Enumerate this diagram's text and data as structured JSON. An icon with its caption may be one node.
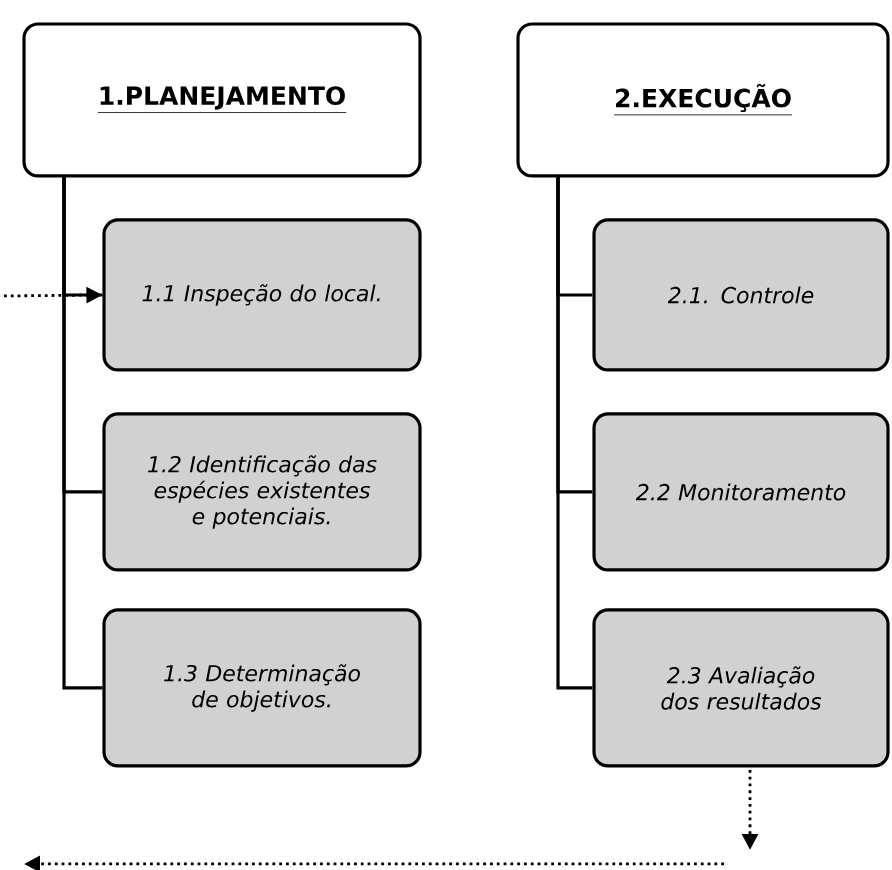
{
  "diagram": {
    "nodes": [
      {
        "text": [
          "1.PLANEJAMENTO"
        ]
      },
      {
        "text": [
          "1.1 Inspeção do local."
        ]
      },
      {
        "text": [
          "1.2 Identificação das espécies existentes e potenciais."
        ]
      },
      {
        "text": [
          "1.3 Determinação de objetivos."
        ]
      },
      {
        "text": [
          "2.EXECUÇÃO"
        ]
      },
      {
        "text": [
          "2.1. Controle"
        ]
      },
      {
        "text": [
          "2.2 Monitoramento"
        ]
      },
      {
        "text": [
          "2.3 Avaliação dos resultados"
        ]
      }
    ],
    "edges": [
      {
        "from": 0,
        "to": 1,
        "arrow": "none"
      },
      {
        "from": 0,
        "to": 2,
        "arrow": "none"
      },
      {
        "from": 0,
        "to": 3,
        "arrow": "none"
      },
      {
        "from": 4,
        "to": 5,
        "arrow": "none"
      },
      {
        "from": 4,
        "to": 6,
        "arrow": "none"
      },
      {
        "from": 4,
        "to": 7,
        "arrow": "none"
      },
      {
        "from": null,
        "to": 1,
        "arrow": "to",
        "style": "dashed"
      },
      {
        "from": 7,
        "to": null,
        "arrow": "to",
        "style": "dashed"
      }
    ]
  }
}
